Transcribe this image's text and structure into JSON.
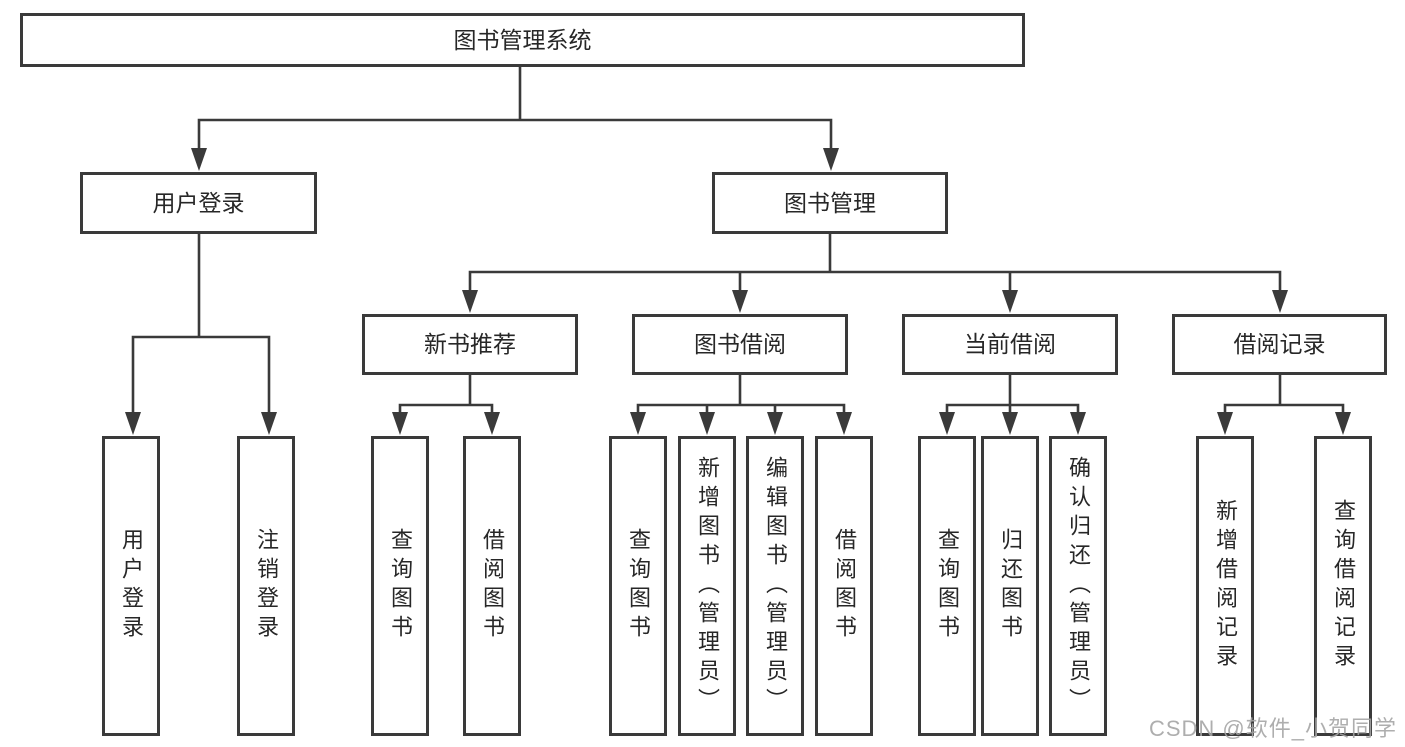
{
  "diagram": {
    "root": {
      "label": "图书管理系统"
    },
    "level2": [
      {
        "id": "user-login",
        "label": "用户登录"
      },
      {
        "id": "book-management",
        "label": "图书管理"
      }
    ],
    "level3": [
      {
        "id": "new-book-recommendation",
        "label": "新书推荐"
      },
      {
        "id": "book-borrowing",
        "label": "图书借阅"
      },
      {
        "id": "current-borrowing",
        "label": "当前借阅"
      },
      {
        "id": "borrowing-records",
        "label": "借阅记录"
      }
    ],
    "leaves": [
      {
        "id": "user-login-leaf",
        "label": "用户登录"
      },
      {
        "id": "logout",
        "label": "注销登录"
      },
      {
        "id": "query-books-recommend",
        "label": "查询图书"
      },
      {
        "id": "borrow-books-recommend",
        "label": "借阅图书"
      },
      {
        "id": "query-books-borrow",
        "label": "查询图书"
      },
      {
        "id": "add-books-admin",
        "label": "新增图书（管理员）"
      },
      {
        "id": "edit-books-admin",
        "label": "编辑图书（管理员）"
      },
      {
        "id": "borrow-books",
        "label": "借阅图书"
      },
      {
        "id": "query-books-current",
        "label": "查询图书"
      },
      {
        "id": "return-books",
        "label": "归还图书"
      },
      {
        "id": "confirm-return-admin",
        "label": "确认归还（管理员）"
      },
      {
        "id": "add-borrow-record",
        "label": "新增借阅记录"
      },
      {
        "id": "query-borrow-record",
        "label": "查询借阅记录"
      }
    ]
  },
  "watermark": {
    "text": "CSDN @软件_小贺同学"
  },
  "colors": {
    "line": "#3a3a3a",
    "text": "#272727",
    "watermark": "#a5a5a5",
    "background": "#ffffff"
  }
}
